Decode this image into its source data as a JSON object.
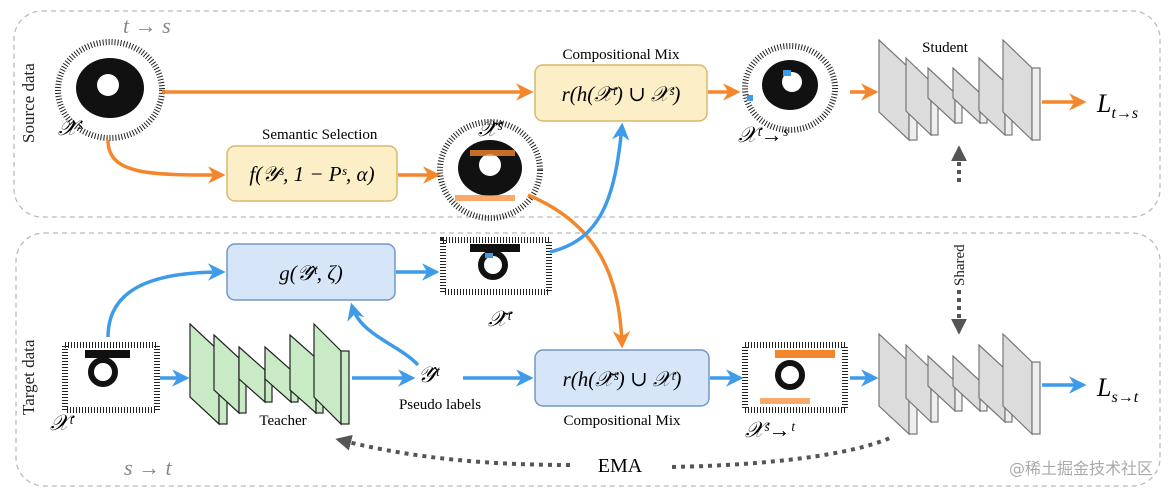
{
  "panels": {
    "source": {
      "side_label": "Source data",
      "direction": "t → s"
    },
    "target": {
      "side_label": "Target data",
      "direction": "s → t"
    }
  },
  "source_row": {
    "input_label": "𝒳ˢ",
    "semantic_selection": {
      "title": "Semantic Selection",
      "formula": "f(𝒴ˢ, 1 − Pˢ, α)"
    },
    "selected_label": "𝒳̃ˢ",
    "mix": {
      "title": "Compositional Mix",
      "formula": "r(h(𝒳̃ᵗ) ∪ 𝒳ˢ)"
    },
    "mixed_label": "𝒳ᵗ→ˢ",
    "model": "Student",
    "loss": "L",
    "loss_sub": "t→s"
  },
  "target_row": {
    "input_label": "𝒳ᵗ",
    "selection": {
      "formula": "g(𝒴̂ᵗ, ζ)"
    },
    "selected_label": "𝒳̃ᵗ",
    "model": "Teacher",
    "pseudo": {
      "symbol": "𝒴̂ᵗ",
      "label": "Pseudo labels"
    },
    "mix": {
      "title": "Compositional Mix",
      "formula": "r(h(𝒳̃ˢ) ∪ 𝒳ᵗ)"
    },
    "mixed_label": "𝒳ˢ→ᵗ",
    "loss": "L",
    "loss_sub": "s→t"
  },
  "links": {
    "shared": "Shared",
    "ema": "EMA"
  },
  "watermark": "@稀土掘金技术社区",
  "colors": {
    "orange": "#f4862b",
    "blue": "#3d9be9",
    "yellow_fill": "#fcefc7",
    "yellow_stroke": "#d7b86c",
    "blue_fill": "#d6e5f7",
    "blue_stroke": "#6f98c9",
    "green_fill": "#c8ebc6",
    "gray_fill": "#dcdcdc",
    "dotted": "#555555"
  }
}
